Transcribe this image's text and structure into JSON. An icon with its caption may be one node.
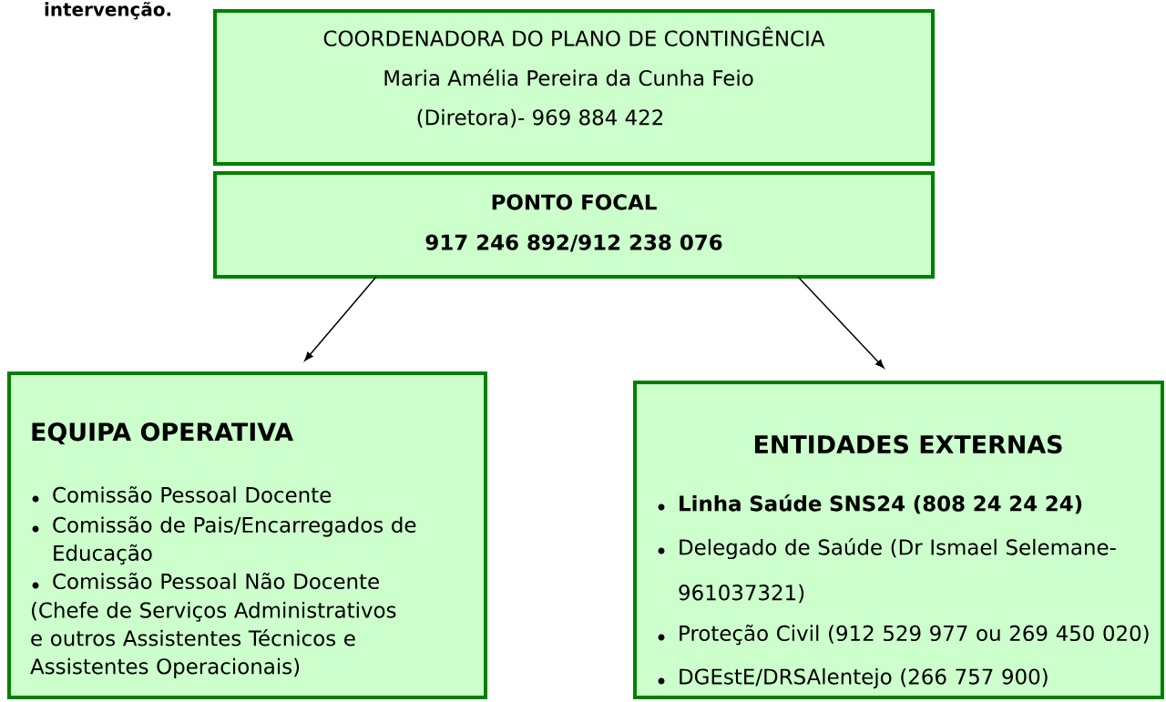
{
  "diagram": {
    "nodes": [
      {
        "text": [
          "COORDENADORA DO PLANO DE CONTINGÊNCIA",
          "Maria Amélia Pereira da Cunha Feio",
          "(Diretora)- 969 884 422"
        ]
      },
      {
        "text": [
          "PONTO FOCAL",
          "917 246 892/912 238 076"
        ]
      },
      {
        "text": [
          "EQUIPA OPERATIVA",
          "Comissão Pessoal Docente",
          "Comissão de Pais/Encarregados de Educação",
          "Comissão Pessoal Não Docente",
          "(Chefe de Serviços Administrativos e outros Assistentes Técnicos e Assistentes Operacionais)"
        ]
      },
      {
        "text": [
          "ENTIDADES EXTERNAS",
          "Linha Saúde SNS24 (808 24 24 24)",
          "Delegado de Saúde (Dr Ismael Selemane- 961037321)",
          "Proteção Civil (912 529 977 ou 269 450 020)",
          "DGEstE/DRSAlentejo (266 757 900)"
        ]
      }
    ],
    "edges": [
      {
        "from": 1,
        "to": 2,
        "arrow": "to"
      },
      {
        "from": 1,
        "to": 3,
        "arrow": "to"
      }
    ],
    "labels": [
      "intervenção."
    ]
  }
}
